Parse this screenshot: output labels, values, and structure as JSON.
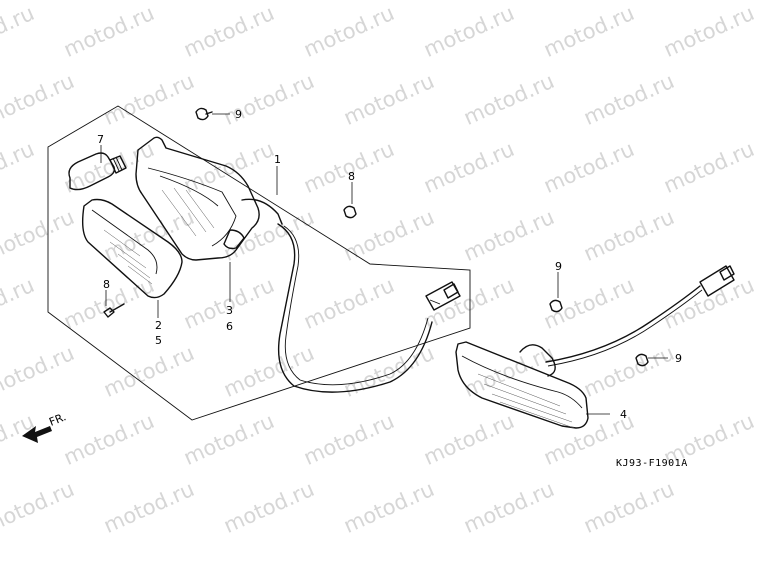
{
  "watermark": {
    "text": "motod.ru"
  },
  "diagram": {
    "code": "KJ93-F1901A",
    "direction_label": "FR.",
    "callouts": {
      "c1": "1",
      "c2": "2",
      "c3": "3",
      "c4": "4",
      "c5": "5",
      "c6": "6",
      "c7": "7",
      "c8a": "8",
      "c8b": "8",
      "c9a": "9",
      "c9b": "9",
      "c9c": "9"
    }
  }
}
